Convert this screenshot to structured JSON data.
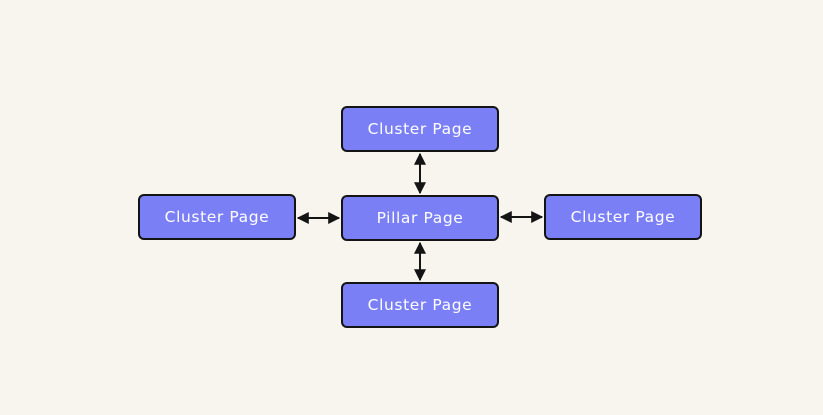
{
  "colors": {
    "background": "#f8f4ee",
    "node_fill": "#7b7ff6",
    "node_border": "#141414",
    "node_text": "#ffffff",
    "connector": "#141414"
  },
  "diagram": {
    "center": {
      "label": "Pillar Page"
    },
    "clusters": {
      "top": {
        "label": "Cluster Page"
      },
      "left": {
        "label": "Cluster Page"
      },
      "right": {
        "label": "Cluster Page"
      },
      "bottom": {
        "label": "Cluster Page"
      }
    },
    "connector_style": "double-headed-arrow"
  }
}
